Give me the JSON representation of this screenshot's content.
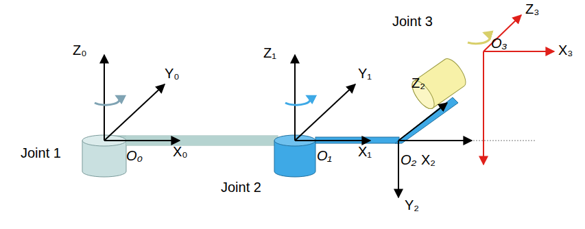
{
  "diagram": {
    "labels": [
      "Z₀",
      "Y₀",
      "X₀",
      "O₀",
      "Joint 1",
      "Z₁",
      "Y₁",
      "X₁",
      "O₁",
      "Joint 2",
      "Z₂",
      "O₂",
      "X₂",
      "Y₂",
      "Joint 3",
      "Z₃",
      "X₃",
      "O₃"
    ]
  }
}
